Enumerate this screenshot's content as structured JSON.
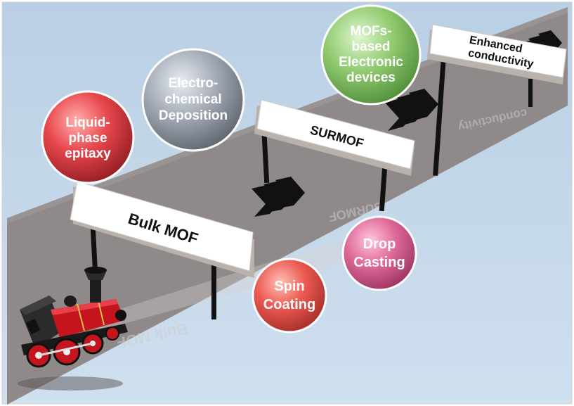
{
  "stages": {
    "bulk_mof": "Bulk MOF",
    "surmof": "SURMOF",
    "enhanced": [
      "Enhanced",
      "conductivity"
    ]
  },
  "reflections": {
    "bulk_mof": "Bulk MOF",
    "surmof": "SURMOF",
    "enhanced": "conductivity"
  },
  "bubbles": {
    "liquid_phase": [
      "Liquid-",
      "phase",
      "epitaxy"
    ],
    "electrochemical": [
      "Electro-",
      "chemical",
      "Deposition"
    ],
    "mofs_based": [
      "MOFs-",
      "based",
      "Electronic",
      "devices"
    ],
    "spin_coating": [
      "Spin",
      "Coating"
    ],
    "drop_casting": [
      "Drop",
      "Casting"
    ]
  },
  "colors": {
    "sky": "#c2d6e8",
    "road": "#8f8989",
    "liquid_phase": "#e8474c",
    "electrochemical": "#a6adb8",
    "mofs_based": "#93cc72",
    "spin_coating": "#ec5a52",
    "drop_casting": "#e06b9a"
  }
}
